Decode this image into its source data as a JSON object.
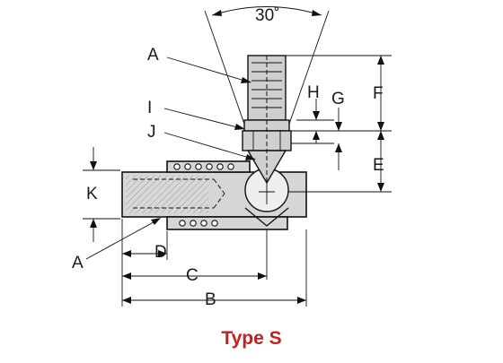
{
  "diagram": {
    "title": "Type S",
    "title_color": "#c41f1f",
    "angle_label": "30˚",
    "labels": {
      "a_top": "A",
      "a_bottom": "A",
      "b": "B",
      "c": "C",
      "d": "D",
      "e": "E",
      "f": "F",
      "g": "G",
      "h": "H",
      "i": "I",
      "j": "J",
      "k": "K"
    }
  }
}
